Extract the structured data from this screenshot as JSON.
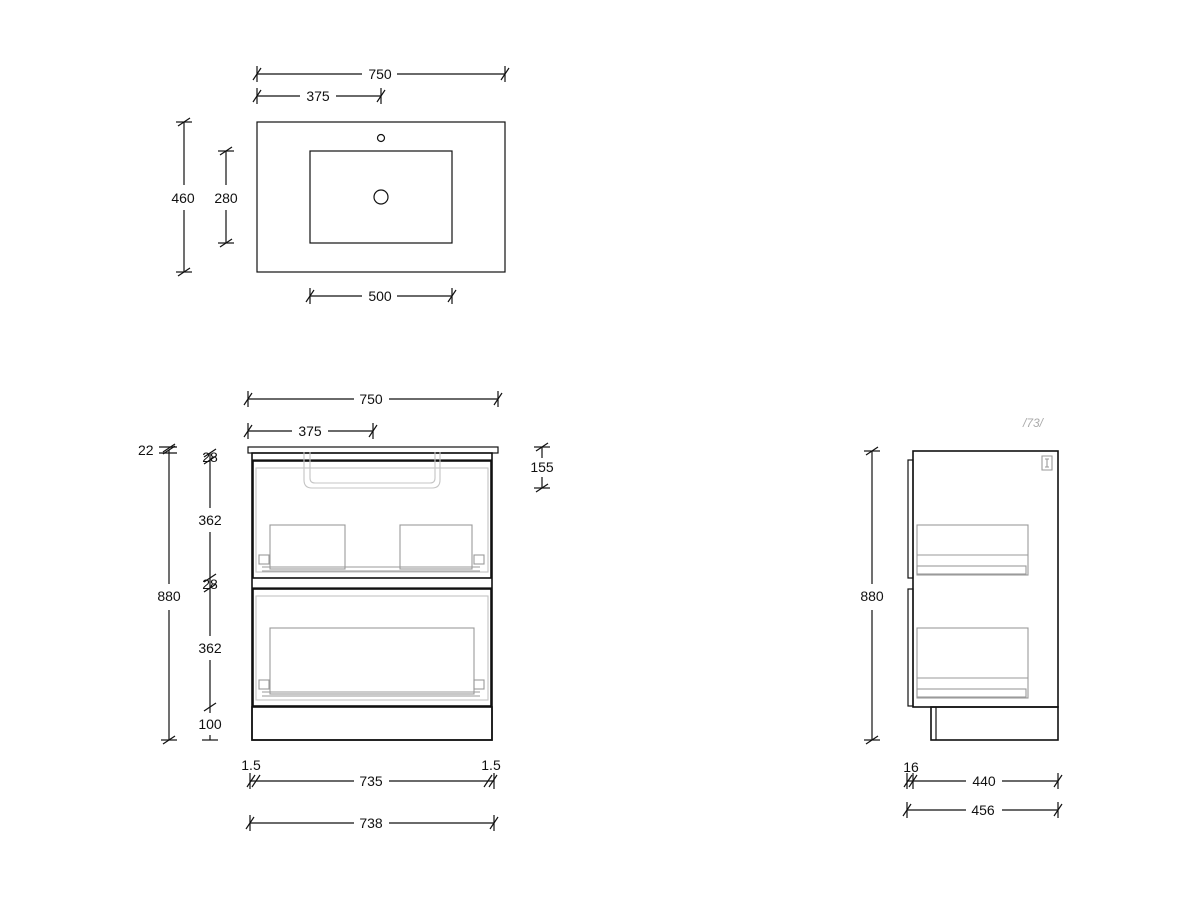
{
  "plan_view": {
    "overall_width": "750",
    "tap_offset": "375",
    "overall_depth": "460",
    "basin_depth": "280",
    "basin_width": "500"
  },
  "front_view": {
    "overall_width": "750",
    "center_offset": "375",
    "top_thickness": "22",
    "top_gap": "28",
    "upper_drawer": "362",
    "middle_gap": "28",
    "lower_drawer": "362",
    "plinth": "100",
    "overall_height": "880",
    "basin_depth": "155",
    "left_reveal": "1.5",
    "right_reveal": "1.5",
    "carcass_width": "735",
    "total_width": "738"
  },
  "side_view": {
    "overall_height": "880",
    "door_thickness": "16",
    "carcass_depth": "440",
    "overall_depth": "456",
    "faint_label": "/73/"
  }
}
